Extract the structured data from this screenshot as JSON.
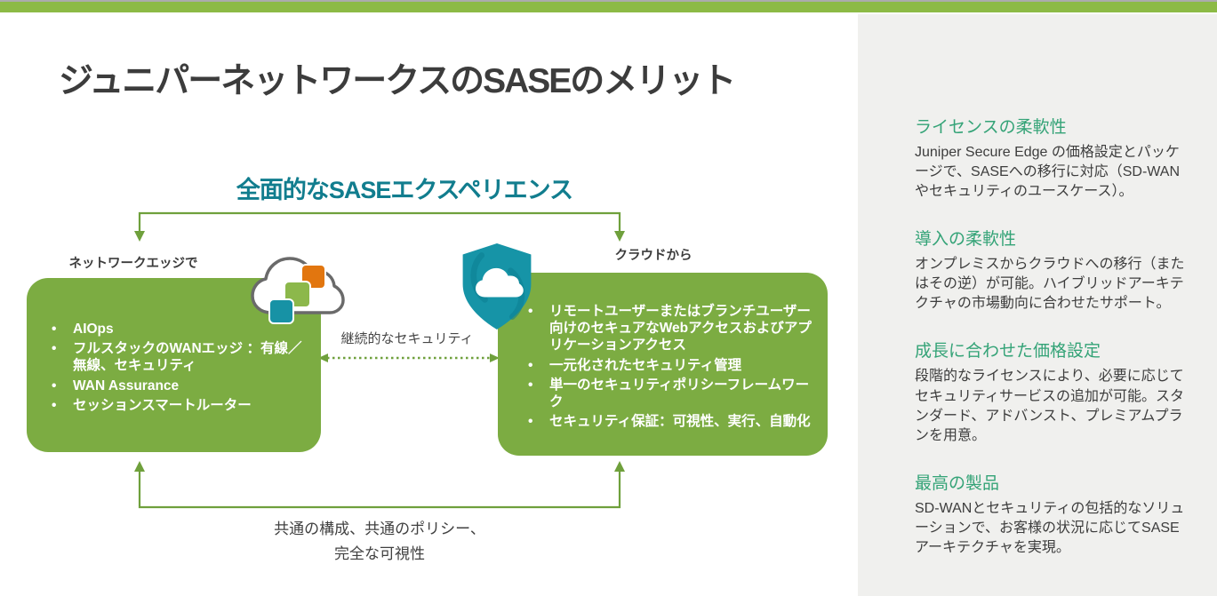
{
  "page": {
    "title": "ジュニパーネットワークスのSASEのメリット"
  },
  "colors": {
    "accent_green": "#7cac42",
    "top_bar_green": "#8cba45",
    "connector_green": "#6fa03c",
    "heading_teal": "#117d8e",
    "sidebar_heading_green": "#34a377",
    "sidebar_background": "#f0f0ee",
    "square_orange": "#e2760f",
    "square_green": "#8cb84b",
    "square_teal": "#1792a5",
    "shield_teal": "#1694a7",
    "text_dark": "#3c3c3c"
  },
  "diagram": {
    "heading": "全面的なSASEエクスペリエンス",
    "left_box": {
      "label": "ネットワークエッジで",
      "items": [
        "AIOps",
        "フルスタックのWANエッジ ：有線／無線、セキュリティ",
        "WAN Assurance",
        "セッションスマートルーター"
      ]
    },
    "right_box": {
      "label": "クラウドから",
      "items": [
        "リモートユーザーまたはブランチユーザー向けのセキュアなWebアクセスおよびアプリケーションアクセス",
        "一元化されたセキュリティ管理",
        "単一のセキュリティポリシーフレームワーク",
        "セキュリティ保証：可視性、実行、自動化"
      ]
    },
    "middle_arrow_label": "継続的なセキュリティ",
    "bottom_label_line1": "共通の構成、共通のポリシー、",
    "bottom_label_line2": "完全な可視性",
    "icons": {
      "left": "cloud-icon",
      "right": "shield-cloud-icon"
    }
  },
  "sidebar": {
    "sections": [
      {
        "heading": "ライセンスの柔軟性",
        "body": "Juniper Secure Edge の価格設定とパッケージで、SASEへの移行に対応（SD-WANやセキュリティのユースケース）。"
      },
      {
        "heading": "導入の柔軟性",
        "body": "オンプレミスからクラウドへの移行（またはその逆）が可能。ハイブリッドアーキテクチャの市場動向に合わせたサポート。"
      },
      {
        "heading": "成長に合わせた価格設定",
        "body": "段階的なライセンスにより、必要に応じてセキュリティサービスの追加が可能。スタンダード、アドバンスト、プレミアムプランを用意。"
      },
      {
        "heading": "最高の製品",
        "body": "SD-WANとセキュリティの包括的なソリューションで、お客様の状況に応じてSASEアーキテクチャを実現。"
      }
    ]
  }
}
